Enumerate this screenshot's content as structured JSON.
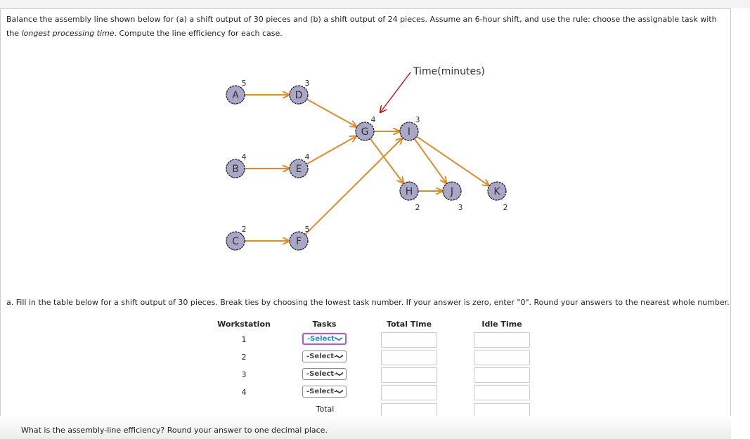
{
  "question": {
    "text_before_italic": "Balance the assembly line shown below for (a) a shift output of 30 pieces and (b) a shift output of 24 pieces. Assume an 6-hour shift, and use the rule: choose the assignable task with the",
    "italic": "longest processing time",
    "text_after_italic": ". Compute the line efficiency for each case."
  },
  "diagram": {
    "annotation": "Time(minutes)",
    "node_color": "#aaa6c8",
    "arrow_color": "#e08a2a",
    "annotation_arrow_color": "#cc0000",
    "nodes": [
      {
        "id": "A",
        "time": "5"
      },
      {
        "id": "B",
        "time": "4"
      },
      {
        "id": "C",
        "time": "2"
      },
      {
        "id": "D",
        "time": "3"
      },
      {
        "id": "E",
        "time": "4"
      },
      {
        "id": "F",
        "time": "5"
      },
      {
        "id": "G",
        "time": "4"
      },
      {
        "id": "I",
        "time": "3"
      },
      {
        "id": "H",
        "time": "2"
      },
      {
        "id": "J",
        "time": "3"
      },
      {
        "id": "K",
        "time": "2"
      }
    ],
    "edges": [
      [
        "A",
        "D"
      ],
      [
        "B",
        "E"
      ],
      [
        "C",
        "F"
      ],
      [
        "D",
        "G"
      ],
      [
        "E",
        "G"
      ],
      [
        "F",
        "I"
      ],
      [
        "G",
        "I"
      ],
      [
        "G",
        "H"
      ],
      [
        "H",
        "J"
      ],
      [
        "I",
        "J"
      ],
      [
        "I",
        "K"
      ]
    ]
  },
  "part_a": {
    "instruction": "a. Fill in the table below for a shift output of 30 pieces. Break ties by choosing the lowest task number. If your answer is zero, enter \"0\". Round your answers to the nearest whole number.",
    "headers": {
      "workstation": "Workstation",
      "tasks": "Tasks",
      "total_time": "Total Time",
      "idle_time": "Idle Time"
    },
    "rows": [
      {
        "workstation": "1",
        "tasks": "-Select-"
      },
      {
        "workstation": "2",
        "tasks": "-Select-"
      },
      {
        "workstation": "3",
        "tasks": "-Select-"
      },
      {
        "workstation": "4",
        "tasks": "-Select-"
      }
    ],
    "total_label": "Total",
    "efficiency_question": "What is the assembly-line efficiency? Round your answer to one decimal place."
  }
}
